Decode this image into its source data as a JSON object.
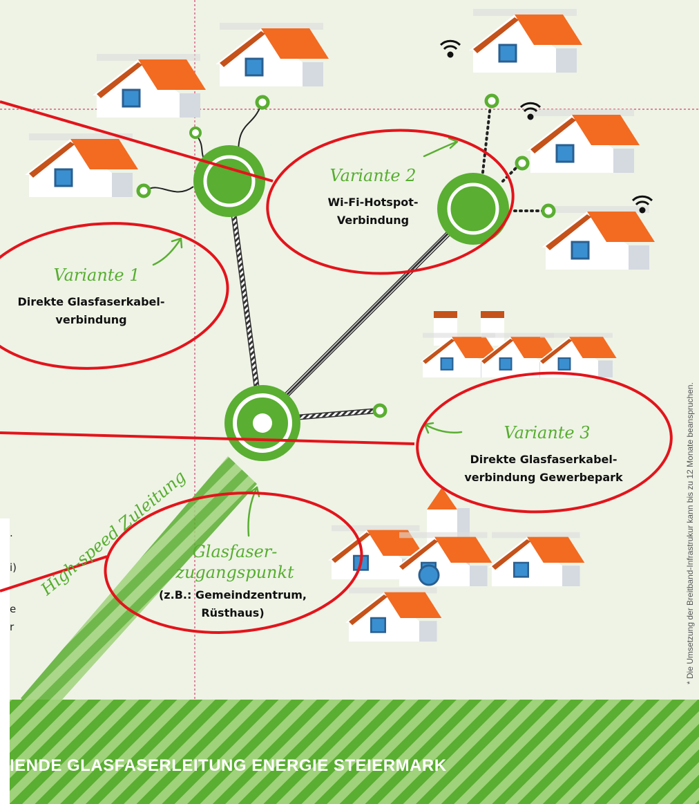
{
  "colors": {
    "background": "#eef3e6",
    "green": "#5aae31",
    "roof": "#f26b21",
    "roof_shade": "#c4521a",
    "window": "#3a8fd0",
    "annotation_red": "#e3141b",
    "guide_pink": "#d6406e"
  },
  "variants": [
    {
      "title": "Variante 1",
      "desc_line1": "Direkte Glasfaserkabel-",
      "desc_line2": "verbindung"
    },
    {
      "title": "Variante 2",
      "desc_line1": "Wi-Fi-Hotspot-",
      "desc_line2": "Verbindung"
    },
    {
      "title": "Variante 3",
      "desc_line1": "Direkte Glasfaserkabel-",
      "desc_line2": "verbindung Gewerbepark"
    }
  ],
  "access_point": {
    "title_line1": "Glasfaser-",
    "title_line2": "zugangspunkt",
    "desc_line1": "(z.B.: Gemeindzentrum,",
    "desc_line2": "Rüsthaus)"
  },
  "cable_label": "High-speed Zuleitung",
  "footer_banner": "IENDE GLASFASERLEITUNG ENERGIE STEIERMARK",
  "side_note": "* Die Umsetzung der Breitband-Infrastrukur kann bis zu 12 Monate beanspruchen.",
  "left_cutoff_fragments": [
    ".",
    "i)",
    "e",
    "r"
  ],
  "icons": [
    "wifi-icon",
    "house-icon",
    "factory-icon",
    "church-icon",
    "node-icon"
  ]
}
